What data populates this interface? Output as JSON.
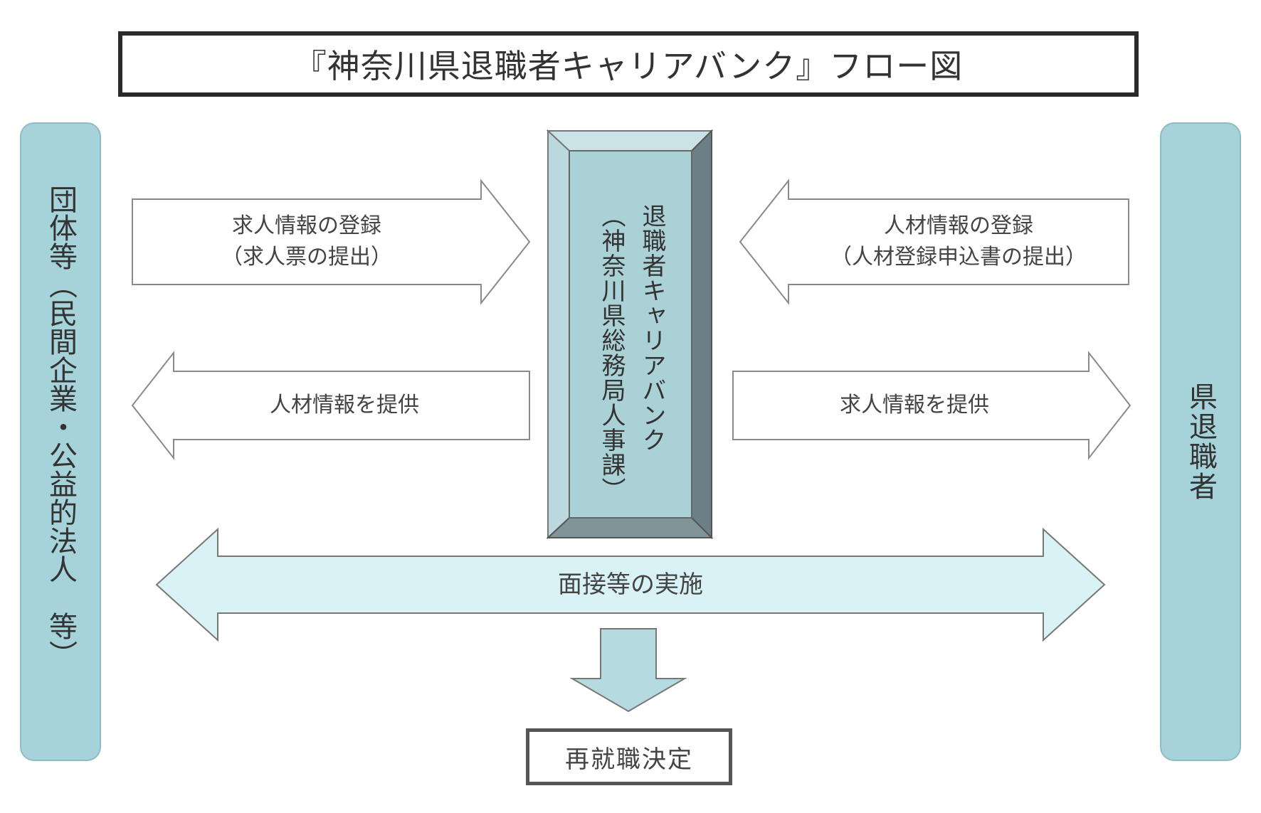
{
  "title": "『神奈川県退職者キャリアバンク』フロー図",
  "left_party": "団体等（民間企業・公益的法人　等）",
  "right_party": "県退職者",
  "center": {
    "name": "退職者キャリアバンク",
    "sub": "（神奈川県総務局人事課）"
  },
  "arrows": {
    "employer_to_bank": [
      "求人情報の登録",
      "（求人票の提出）"
    ],
    "bank_to_employer": "人材情報を提供",
    "retiree_to_bank": [
      "人材情報の登録",
      "（人材登録申込書の提出）"
    ],
    "bank_to_retiree": "求人情報を提供",
    "interview": "面接等の実施"
  },
  "result": "再就職決定",
  "colors": {
    "pill_fill": "#a5d3d9",
    "center_fill": "#a9d1d6",
    "interview_fill": "#d9f2f6",
    "outline": "#555555"
  }
}
